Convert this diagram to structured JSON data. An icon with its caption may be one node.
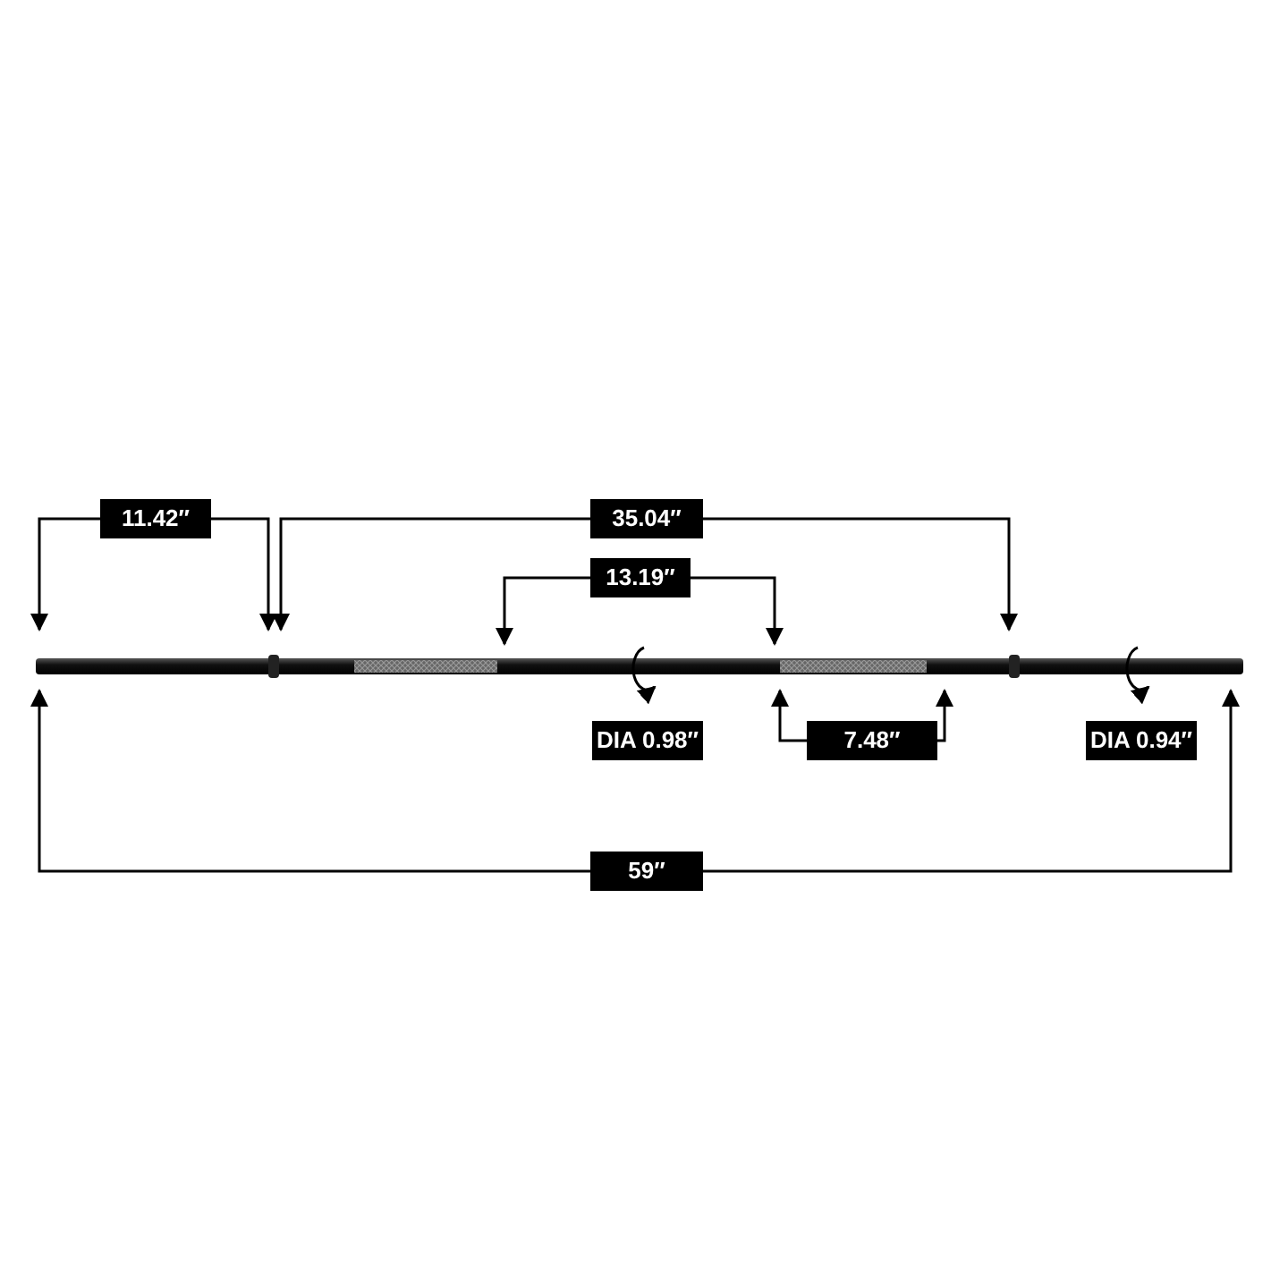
{
  "diagram": {
    "labels": [
      "11.42″",
      "35.04″",
      "13.19″",
      "DIA 0.98″",
      "7.48″",
      "DIA 0.94″",
      "59″"
    ]
  }
}
